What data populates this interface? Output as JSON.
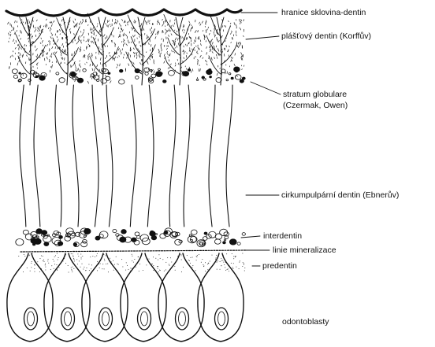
{
  "labels": {
    "enamel_dentin_border": "hranice sklovina-dentin",
    "mantle_dentin": "plášťový dentin (Korffův)",
    "stratum_globulare_line1": "stratum globulare",
    "stratum_globulare_line2": "(Czermak, Owen)",
    "circumpulpal_dentin": "cirkumpulpární dentin (Ebnerův)",
    "interdentin": "interdentin",
    "mineralization_line": "linie mineralizace",
    "predentin": "predentin",
    "odontoblasts": "odontoblasty"
  }
}
